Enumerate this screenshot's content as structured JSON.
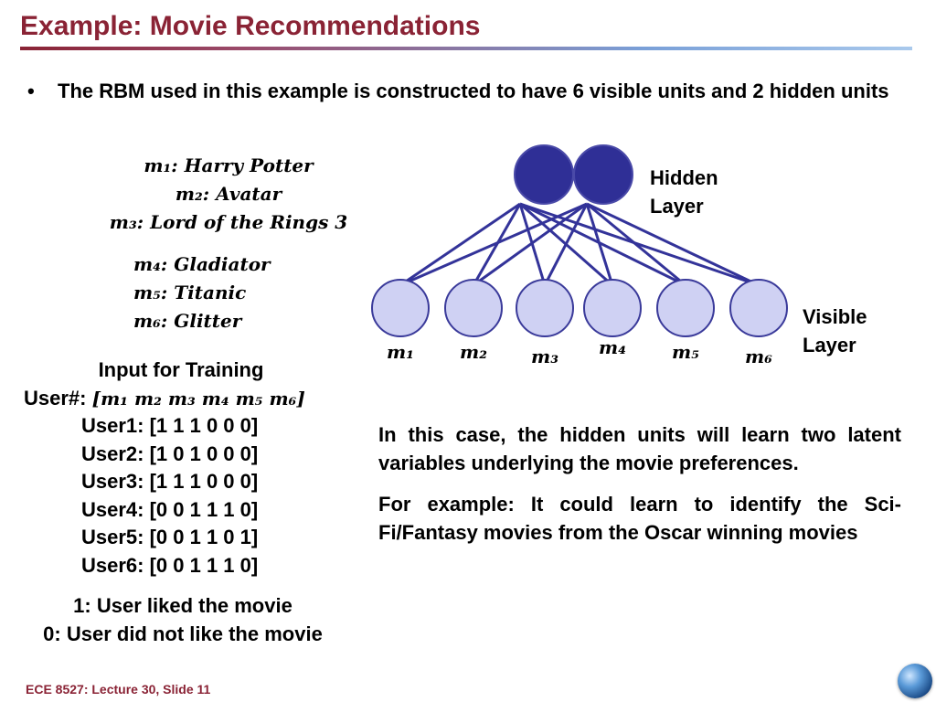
{
  "title": "Example: Movie Recommendations",
  "bullet": {
    "symbol": "•",
    "text": "The RBM used in this example is constructed to have 6 visible units and 2 hidden units"
  },
  "movies": [
    {
      "index": "m₁",
      "name": "Harry Potter"
    },
    {
      "index": "m₂",
      "name": "Avatar"
    },
    {
      "index": "m₃",
      "name": "Lord of the Rings 3"
    },
    {
      "index": "m₄",
      "name": "Gladiator"
    },
    {
      "index": "m₅",
      "name": "Titanic"
    },
    {
      "index": "m₆",
      "name": "Glitter"
    }
  ],
  "training": {
    "heading": "Input for Training",
    "header_label": "User#:",
    "header_vector": "[m₁ m₂ m₃ m₄ m₅ m₆]",
    "users": [
      "User1: [1 1 1 0 0 0]",
      "User2: [1 0 1 0 0 0]",
      "User3: [1 1 1 0 0 0]",
      "User4: [0 0 1 1 1 0]",
      "User5: [0 0 1 1 0 1]",
      "User6: [0 0 1 1 1 0]"
    ],
    "legend": [
      "1: User liked the movie",
      "0: User did not like the movie"
    ]
  },
  "diagram": {
    "hidden_label": [
      "Hidden",
      "Layer"
    ],
    "visible_label": [
      "Visible",
      "Layer"
    ],
    "visible_units": [
      "m₁",
      "m₂",
      "m₃",
      "m₄",
      "m₅",
      "m₆"
    ],
    "hidden_color": "#2f2f96",
    "visible_color": "#cfd1f3",
    "edge_color": "#333399"
  },
  "explanation": [
    "In this case, the hidden units will learn two latent variables underlying the movie preferences.",
    "For example: It could learn to identify the Sci-Fi/Fantasy movies from the Oscar winning movies"
  ],
  "footer": "ECE 8527: Lecture 30, Slide 11"
}
